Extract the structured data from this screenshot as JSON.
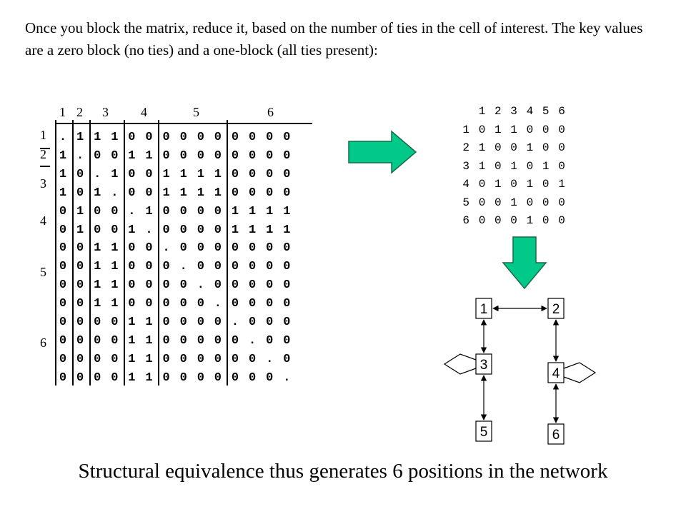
{
  "intro_text": "Once you block the matrix, reduce it, based on the number of ties in the cell of interest.  The key values are a zero block (no ties) and a one-block (all ties present):",
  "blocked_matrix": {
    "col_block_labels": [
      "1",
      "2",
      "3",
      "4",
      "5",
      "6"
    ],
    "row_block_labels": [
      "1",
      "2",
      "3",
      "4",
      "5",
      "6"
    ],
    "rows": [
      ". 1 1 1 0 0 0 0 0 0 0 0 0 0",
      "1 . 0 0 1 1 0 0 0 0 0 0 0 0",
      "1 0 . 1 0 0 1 1 1 1 0 0 0 0",
      "1 0 1 . 0 0 1 1 1 1 0 0 0 0",
      "0 1 0 0 . 1 0 0 0 0 1 1 1 1",
      "0 1 0 0 1 . 0 0 0 0 1 1 1 1",
      "0 0 1 1 0 0 . 0 0 0 0 0 0 0",
      "0 0 1 1 0 0 0 . 0 0 0 0 0 0",
      "0 0 1 1 0 0 0 0 . 0 0 0 0 0",
      "0 0 1 1 0 0 0 0 0 . 0 0 0 0",
      "0 0 0 0 1 1 0 0 0 0 . 0 0 0",
      "0 0 0 0 1 1 0 0 0 0 0 . 0 0",
      "0 0 0 0 1 1 0 0 0 0 0 0 . 0",
      "0 0 0 0 1 1 0 0 0 0 0 0 0 ."
    ]
  },
  "reduced_matrix": {
    "col_labels": [
      "1",
      "2",
      "3",
      "4",
      "5",
      "6"
    ],
    "rows": [
      {
        "label": "1",
        "values": [
          "0",
          "1",
          "1",
          "0",
          "0",
          "0"
        ]
      },
      {
        "label": "2",
        "values": [
          "1",
          "0",
          "0",
          "1",
          "0",
          "0"
        ]
      },
      {
        "label": "3",
        "values": [
          "1",
          "0",
          "1",
          "0",
          "1",
          "0"
        ]
      },
      {
        "label": "4",
        "values": [
          "0",
          "1",
          "0",
          "1",
          "0",
          "1"
        ]
      },
      {
        "label": "5",
        "values": [
          "0",
          "0",
          "1",
          "0",
          "0",
          "0"
        ]
      },
      {
        "label": "6",
        "values": [
          "0",
          "0",
          "0",
          "1",
          "0",
          "0"
        ]
      }
    ]
  },
  "graph": {
    "nodes": [
      "1",
      "2",
      "3",
      "4",
      "5",
      "6"
    ],
    "edges": [
      [
        "1",
        "2"
      ],
      [
        "1",
        "3"
      ],
      [
        "2",
        "4"
      ],
      [
        "3",
        "5"
      ],
      [
        "4",
        "6"
      ]
    ],
    "self_loops": [
      "3",
      "4"
    ]
  },
  "colors": {
    "arrow_fill": "#00c98a",
    "arrow_stroke": "#1a6b47",
    "text": "#000000"
  },
  "caption": "Structural equivalence thus generates 6 positions in the network"
}
